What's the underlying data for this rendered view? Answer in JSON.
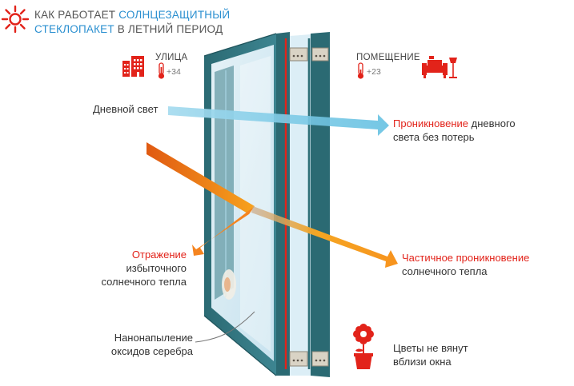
{
  "title": {
    "line1_dark": "КАК РАБОТАЕТ ",
    "line1_blue": "СОЛНЦЕЗАЩИТНЫЙ",
    "line2_blue": "СТЕКЛОПАКЕТ ",
    "line2_dark": "В ЛЕТНИЙ ПЕРИОД"
  },
  "outside": {
    "label": "УЛИЦА",
    "temp": "+34"
  },
  "inside": {
    "label": "ПОМЕЩЕНИЕ",
    "temp": "+23"
  },
  "daylight": {
    "label": "Дневной свет"
  },
  "penetration": {
    "highlight": "Проникновение",
    "rest1": " дневного",
    "line2": "света без потерь"
  },
  "reflection": {
    "highlight": "Отражение",
    "line2": "избыточного",
    "line3": "солнечного тепла"
  },
  "partial": {
    "highlight": "Частичное проникновение",
    "line2": "солнечного тепла"
  },
  "coating": {
    "line1": "Нанонапыление",
    "line2": "оксидов серебра"
  },
  "flowers": {
    "line1": "Цветы не вянут",
    "line2": "вблизи окна"
  },
  "colors": {
    "accent_red": "#e2231a",
    "accent_blue": "#2a8fd0",
    "frame_teal": "#2e6f78",
    "arrow_orange": "#f7941d"
  },
  "icons": [
    "sun-icon",
    "building-icon",
    "thermometer-icon",
    "sofa-lamp-icon",
    "flower-pot-icon"
  ]
}
